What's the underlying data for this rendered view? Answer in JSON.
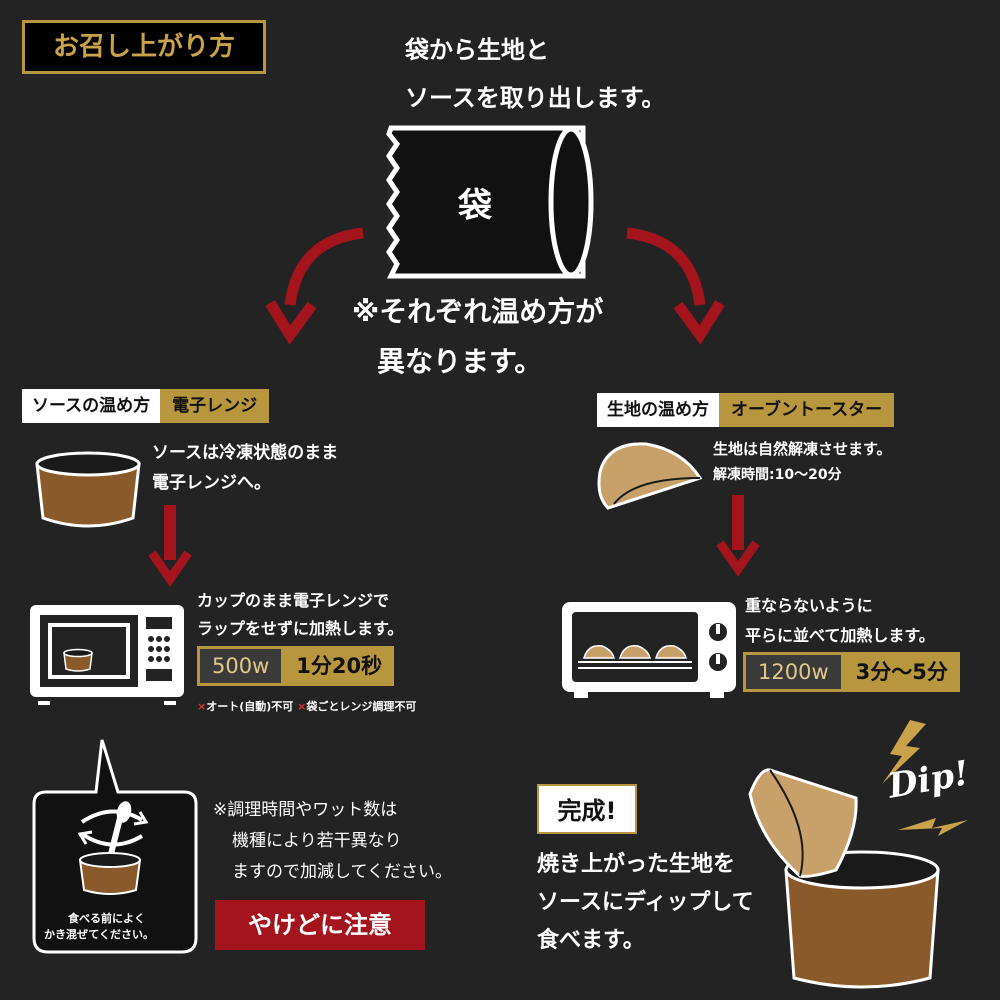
{
  "title_badge": "お召し上がり方",
  "intro": {
    "line1": "袋から生地と",
    "line2": "ソースを取り出します。"
  },
  "bag_label": "袋",
  "note_center": {
    "line1": "※それぞれ温め方が",
    "line2": "異なります。"
  },
  "sauce": {
    "head_label": "ソースの温め方",
    "head_method": "電子レンジ",
    "desc1": "ソースは冷凍状態のまま",
    "desc2": "電子レンジへ。",
    "step1": "カップのまま電子レンジで",
    "step2": "ラップをせずに加熱します。",
    "wattage": "500w",
    "time": "1分20秒",
    "caution1_mark": "×",
    "caution1": "オート(自動)不可",
    "caution2_mark": "×",
    "caution2": "袋ごとレンジ調理不可"
  },
  "dough": {
    "head_label": "生地の温め方",
    "head_method": "オーブントースター",
    "desc1": "生地は自然解凍させます。",
    "desc2": "解凍時間:10〜20分",
    "step1": "重ならないように",
    "step2": "平らに並べて加熱します。",
    "wattage": "1200w",
    "time": "3分〜5分"
  },
  "stir_tip": {
    "line1": "食べる前によく",
    "line2": "かき混ぜてください。"
  },
  "tip": {
    "line1": "※調理時間やワット数は",
    "line2": "機種により若干異なり",
    "line3": "ますので加減してください。"
  },
  "warning": "やけどに注意",
  "done": {
    "badge": "完成!",
    "line1": "焼き上がった生地を",
    "line2": "ソースにディップして",
    "line3": "食べます。",
    "dip": "Dip!"
  },
  "colors": {
    "background": "#232323",
    "gold": "#b8963e",
    "red": "#a3141c",
    "brown": "#8a5a2b",
    "dough": "#c8a06a"
  }
}
